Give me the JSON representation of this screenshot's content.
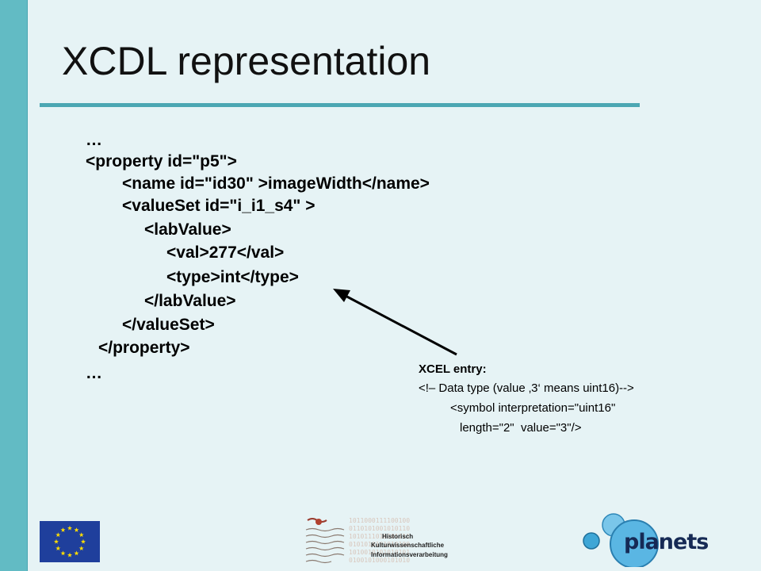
{
  "slide": {
    "title": "XCDL representation"
  },
  "code": {
    "lines": [
      "…",
      "<property id=\"p5\">",
      "<name id=\"id30\" >imageWidth</name>",
      "<valueSet id=\"i_i1_s4\" >",
      "<labValue>",
      "<val>277</val>",
      "<type>int</type>",
      "</labValue>",
      "</valueSet>",
      "</property>",
      "…"
    ]
  },
  "note": {
    "heading": "XCEL entry:",
    "lines": [
      "<!– Data type (value ‚3‘ means uint16)-->",
      "<symbol interpretation=\"uint16\"",
      "length=\"2\"  value=\"3\"/>"
    ]
  },
  "logos": {
    "kw_line1": "Historisch",
    "kw_line2": "Kulturwissenschaftliche",
    "kw_line3": "Informationsverarbeitung",
    "planets": "planets"
  },
  "colors": {
    "background": "#e6f3f5",
    "accent": "#4ba7b3",
    "left_bar": "#62bbc4",
    "eu_blue": "#1f3f9c",
    "eu_star": "#ffdd00",
    "planets_blue": "#3ea6d6"
  },
  "icons": {
    "eu_flag": "eu-flag-icon",
    "hki_logo": "hki-logo",
    "planets_logo": "planets-logo"
  }
}
